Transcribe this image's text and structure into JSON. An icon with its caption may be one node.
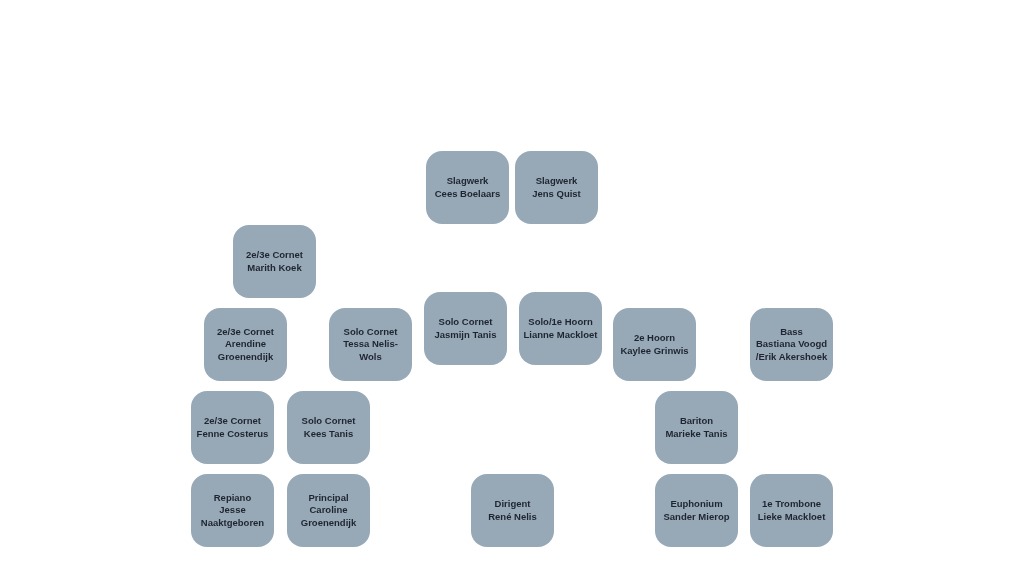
{
  "diagram": {
    "nodes": [
      {
        "text": [
          "Slagwerk",
          "Cees Boelaars"
        ]
      },
      {
        "text": [
          "Slagwerk",
          "Jens Quist"
        ]
      },
      {
        "text": [
          "2e/3e Cornet",
          "Marith Koek"
        ]
      },
      {
        "text": [
          "Solo Cornet",
          "Jasmijn Tanis"
        ]
      },
      {
        "text": [
          "Solo/1e Hoorn",
          "Lianne Mackloet"
        ]
      },
      {
        "text": [
          "2e/3e Cornet",
          "Arendine Groenendijk"
        ]
      },
      {
        "text": [
          "Solo Cornet",
          "Tessa Nelis-Wols"
        ]
      },
      {
        "text": [
          "2e Hoorn",
          "Kaylee Grinwis"
        ]
      },
      {
        "text": [
          "Bass",
          "Bastiana Voogd /Erik Akershoek"
        ]
      },
      {
        "text": [
          "2e/3e Cornet",
          "Fenne Costerus"
        ]
      },
      {
        "text": [
          "Solo Cornet",
          "Kees Tanis"
        ]
      },
      {
        "text": [
          "Bariton",
          "Marieke Tanis"
        ]
      },
      {
        "text": [
          "Repiano",
          "Jesse Naaktgeboren"
        ]
      },
      {
        "text": [
          "Principal",
          "Caroline Groenendijk"
        ]
      },
      {
        "text": [
          "Dirigent",
          "René Nelis"
        ]
      },
      {
        "text": [
          "Euphonium",
          "Sander Mierop"
        ]
      },
      {
        "text": [
          "1e Trombone",
          "Lieke Mackloet"
        ]
      }
    ]
  }
}
